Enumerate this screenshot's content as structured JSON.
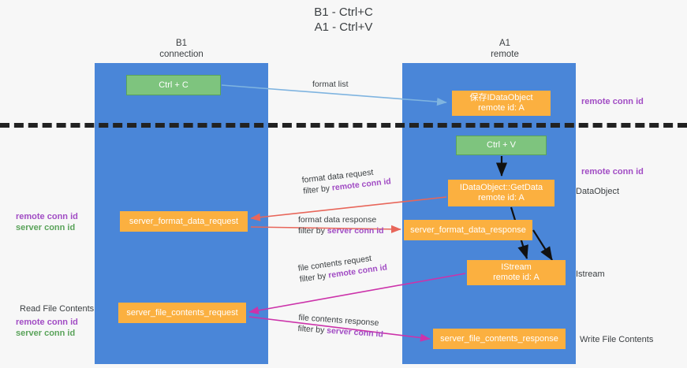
{
  "diagram": {
    "title_line1": "B1 - Ctrl+C",
    "title_line2": "A1 - Ctrl+V",
    "background": "#f7f7f7",
    "divider_color": "#222222"
  },
  "lanes": [
    {
      "id": "b1",
      "title_line1": "B1",
      "title_line2": "connection",
      "color": "#4a86d8"
    },
    {
      "id": "a1",
      "title_line1": "A1",
      "title_line2": "remote",
      "color": "#4a86d8"
    }
  ],
  "nodes": {
    "ctrl_c": {
      "label": "Ctrl + C",
      "color": "#7ec47e"
    },
    "save_idataobject": {
      "line1": "保存IDataObject",
      "line2": "remote id: A",
      "color": "#fbb040"
    },
    "ctrl_v": {
      "label": "Ctrl + V",
      "color": "#7ec47e"
    },
    "getdata": {
      "line1": "IDataObject::GetData",
      "line2": "remote id: A",
      "color": "#fbb040"
    },
    "istream": {
      "line1": "IStream",
      "line2": "remote id: A",
      "color": "#fbb040"
    },
    "server_format_data_request": {
      "label": "server_format_data_request",
      "color": "#fbb040"
    },
    "server_format_data_response": {
      "label": "server_format_data_response",
      "color": "#fbb040"
    },
    "server_file_contents_request": {
      "label": "server_file_contents_request",
      "color": "#fbb040"
    },
    "server_file_contents_response": {
      "label": "server_file_contents_response",
      "color": "#fbb040"
    }
  },
  "edge_labels": {
    "format_list": {
      "text": "format list"
    },
    "format_data_request": {
      "line1": "format data request",
      "filter_prefix": "filter by ",
      "filter_key": "remote conn id"
    },
    "format_data_response": {
      "line1": "format data response",
      "filter_prefix": "filter by ",
      "filter_key": "server conn id"
    },
    "file_contents_request": {
      "line1": "file contents request",
      "filter_prefix": "filter by ",
      "filter_key": "remote conn id"
    },
    "file_contents_response": {
      "line1": "file contents response",
      "filter_prefix": "filter by ",
      "filter_key": "server conn id"
    }
  },
  "side_labels": {
    "remote_conn_id_top": "remote conn id",
    "remote_conn_id_mid": "remote conn id",
    "dataobject": "DataObject",
    "istream": "Istream",
    "write_file_contents": "Write File Contents",
    "read_file_contents": "Read File Contents",
    "left_remote_conn_id": "remote conn id",
    "left_server_conn_id": "server conn id",
    "left_remote_conn_id_2": "remote conn id",
    "left_server_conn_id_2": "server conn id"
  },
  "colors": {
    "purple": "#a14cc4",
    "green_text": "#5aa35a",
    "lane_blue": "#4a86d8",
    "node_orange": "#fbb040",
    "node_green": "#7ec47e",
    "arrow_lightblue": "#7fb4e0",
    "arrow_red": "#e8665a",
    "arrow_magenta": "#cc33aa",
    "arrow_black": "#111111"
  }
}
